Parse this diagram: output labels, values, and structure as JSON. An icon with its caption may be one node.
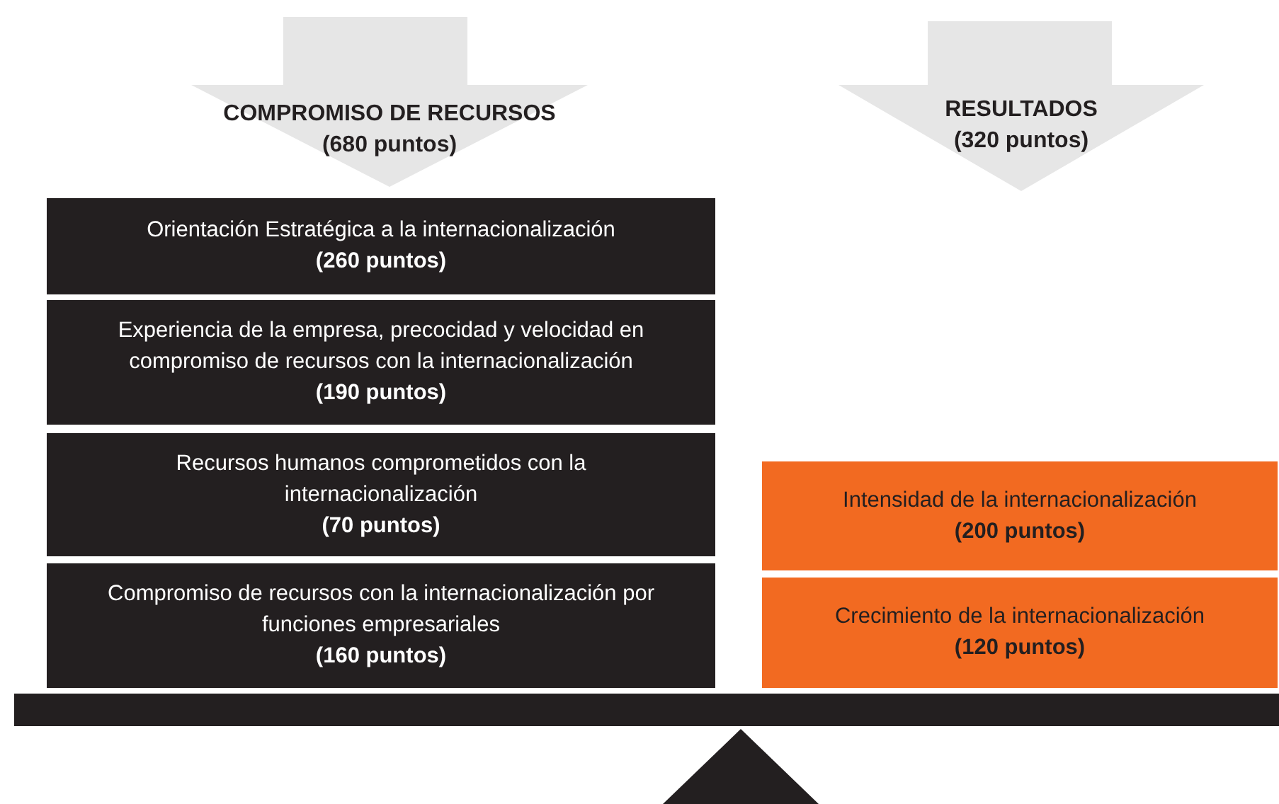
{
  "diagram": {
    "nodes": [
      {
        "text": [
          "COMPROMISO DE RECURSOS",
          "(680 puntos)"
        ]
      },
      {
        "text": [
          "RESULTADOS",
          "(320 puntos)"
        ]
      },
      {
        "text": [
          "Orientación Estratégica a la internacionalización",
          "(260 puntos)"
        ]
      },
      {
        "text": [
          "Experiencia de la empresa, precocidad y velocidad en compromiso de recursos con la internacionalización",
          "(190 puntos)"
        ]
      },
      {
        "text": [
          "Recursos humanos comprometidos con la internacionalización",
          "(70 puntos)"
        ]
      },
      {
        "text": [
          "Compromiso de recursos con la internacionalización por funciones empresariales",
          "(160 puntos)"
        ]
      },
      {
        "text": [
          "Intensidad de la internacionalización",
          "(200 puntos)"
        ]
      },
      {
        "text": [
          "Crecimiento de la internacionalización",
          "(120 puntos)"
        ]
      }
    ]
  }
}
